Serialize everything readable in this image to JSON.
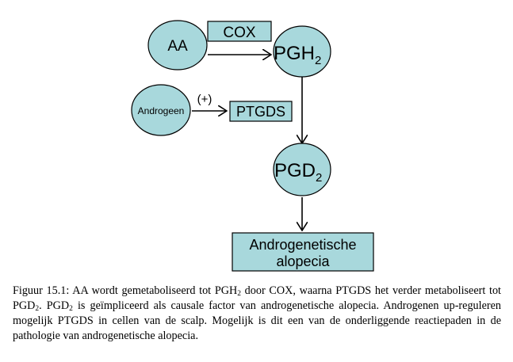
{
  "diagram": {
    "nodes": {
      "aa": "AA",
      "cox": "COX",
      "pgh2": "PGH",
      "pgh2_sub": "2",
      "androgeen": "Androgeen",
      "plus": "(+)",
      "ptgds": "PTGDS",
      "pgd2": "PGD",
      "pgd2_sub": "2",
      "alopecia_line1": "Androgenetische",
      "alopecia_line2": "alopecia"
    },
    "colors": {
      "fill": "#a8d8dc",
      "stroke": "#000000",
      "arrow": "#000000"
    }
  },
  "caption": {
    "prefix": "Figuur 15.1: AA wordt gemetaboliseerd tot PGH",
    "sub1": "2",
    "mid1": " door COX, waarna PTGDS het verder metaboliseert tot PGD",
    "sub2": "2",
    "mid2": ". PGD",
    "sub3": "2",
    "rest": " is geïmpliceerd als causale factor van androgenetische alopecia. Androgenen up-reguleren mogelijk PTGDS in cellen van de scalp. Mogelijk is dit een van de onderliggende reactiepaden in de pathologie van androgenetische alopecia."
  }
}
